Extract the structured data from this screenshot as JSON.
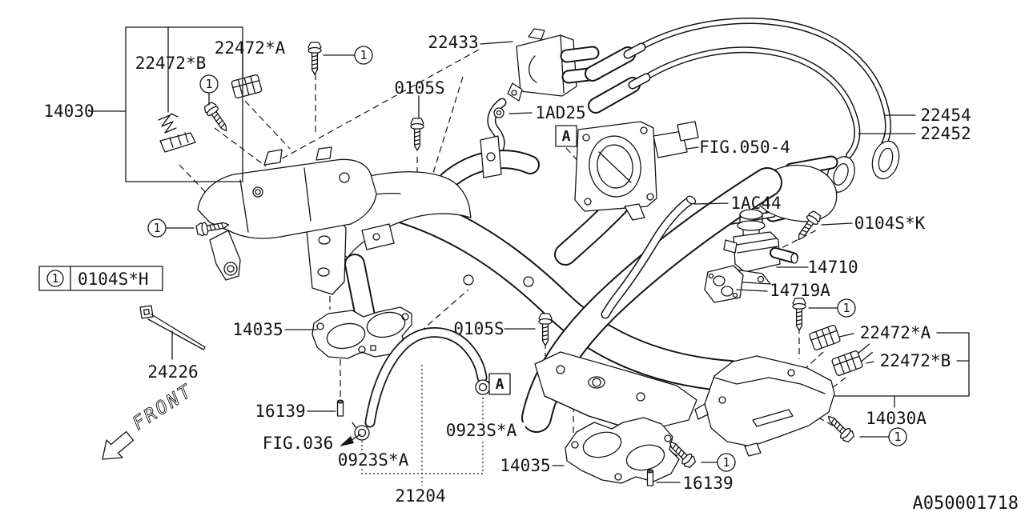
{
  "drawing_code": "A050001718",
  "symbols": {
    "callout": "1",
    "section": "A",
    "front": "FRONT"
  },
  "legend": {
    "callout": "1",
    "part_no": "0104S*H"
  },
  "labels": {
    "part_14030": "14030",
    "clamp_b_top": "22472*B",
    "clamp_a_top": "22472*A",
    "coil_22433": "22433",
    "bolt_0105s_top": "0105S",
    "hose_1ad25": "1AD25",
    "fig_050_4": "FIG.050-4",
    "wire_22454": "22454",
    "wire_22452": "22452",
    "pipe_1ac44": "1AC44",
    "bolt_0104s_k": "0104S*K",
    "egr_14710": "14710",
    "gasket_14719a": "14719A",
    "gasket_14035_left": "14035",
    "bolt_0105s_bottom": "0105S",
    "tie_24226": "24226",
    "pin_16139_left": "16139",
    "fig_036": "FIG.036",
    "clamp_0923s_a_left": "0923S*A",
    "clamp_0923s_a_right": "0923S*A",
    "hose_21204": "21204",
    "gasket_14035_bottom": "14035",
    "pin_16139_right": "16139",
    "clamp_a_right": "22472*A",
    "clamp_b_right": "22472*B",
    "shield_14030a": "14030A"
  }
}
